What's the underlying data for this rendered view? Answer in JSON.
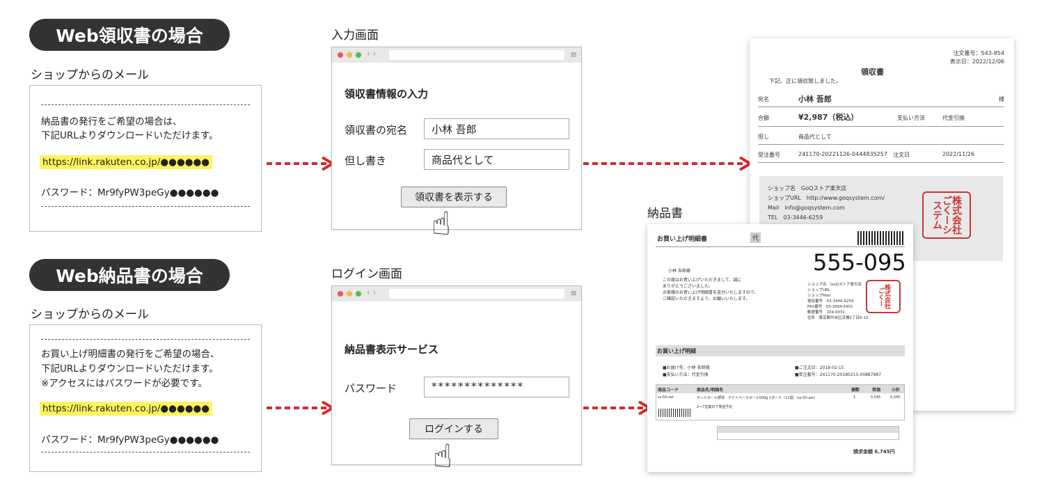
{
  "receipt_case": {
    "title": "Web領収書の場合",
    "mail_label": "ショップからのメール",
    "mail_lines": [
      "納品書の発行をご希望の場合は、",
      "下記URLよりダウンロードいただけます。"
    ],
    "link": "https://link.rakuten.co.jp/●●●●●●",
    "password": "パスワード：Mr9fyPW3peGy●●●●●●",
    "screen_label": "入力画面",
    "form_title": "領収書情報の入力",
    "field1_label": "領収書の宛名",
    "field1_value": "小林 吾郎",
    "field2_label": "但し書き",
    "field2_value": "商品代として",
    "button": "領収書を表示する"
  },
  "invoice_case": {
    "title": "Web納品書の場合",
    "mail_label": "ショップからのメール",
    "mail_lines": [
      "お買い上げ明細書の発行をご希望の場合、",
      "下記URLよりダウンロードいただけます。",
      "※アクセスにはパスワードが必要です。"
    ],
    "link": "https://link.rakuten.co.jp/●●●●●●",
    "password": "パスワード：Mr9fyPW3peGy●●●●●●",
    "screen_label": "ログイン画面",
    "form_title": "納品書表示サービス",
    "field_label": "パスワード",
    "field_value": "**************",
    "button": "ログインする"
  },
  "receipt_doc": {
    "order_no": "注文番号：543-854",
    "display_date": "表示日：2022/12/06",
    "title": "領収書",
    "note": "下記、正に領収致しました。",
    "name_label": "宛名",
    "name": "小林 吾郎",
    "honorific": "様",
    "amount_label": "合額",
    "amount": "¥2,987（税込）",
    "pay_label": "支払い方法",
    "pay": "代金引換",
    "tadashi_label": "但し",
    "tadashi": "商品代として",
    "order_label": "受注番号",
    "order": "241170-20221126-0444835257",
    "date_label": "注文日",
    "date": "2022/11/26",
    "shop_lines": [
      "ショップ名　GoQストア楽天店",
      "ショップURL　http://www.goqsystem.com/",
      "Mail　info@goqsystem.com",
      "TEL　03-3446-6259"
    ],
    "stamp": "株式会社ごくーシステム"
  },
  "invoice_doc": {
    "label": "納品書",
    "title": "お買い上げ明細書",
    "badge": "代",
    "number": "555-095",
    "customer": "小林 吾郎様",
    "greeting": [
      "この度はお買い上げいただきまして、誠に",
      "ありがとうございました。",
      "お客様のお買い上げ明細書を送付いたしますので、",
      "ご確認いただきますよう、お願いいたします。"
    ],
    "shop_lines": [
      "ショップ名　GoQストア楽天店",
      "ショップURL",
      "ショップMail",
      "電話番号　03-3446-6259",
      "FAX番号　03-3564-5901",
      "郵便番号　104-0031",
      "住所　東京都中央区京橋1丁目6-12"
    ],
    "section": "お買い上げ明細",
    "info_left": [
      "■お届け先：小林 吾郎様",
      "■支払い方法：代金引換"
    ],
    "info_right": [
      "■ご注文日：2018-02-15",
      "■受注番号：241170-20180215-00887887"
    ],
    "table_headers": [
      "商品コード",
      "商品名/明細名",
      "個数",
      "単価",
      "小計"
    ],
    "row": [
      "ss-50-set",
      "サンドボール野球　デイトベースボール500g 1ダース（12個）(ss-50-set)",
      "1",
      "5,045",
      "5,045"
    ],
    "row_note": "2〜7営業日で発送予定",
    "total": "請求金額 6,745円"
  },
  "colors": {
    "arrow": "#d42a2a",
    "pill": "#333333",
    "highlight": "#fff35c",
    "stamp": "#cc3333"
  }
}
